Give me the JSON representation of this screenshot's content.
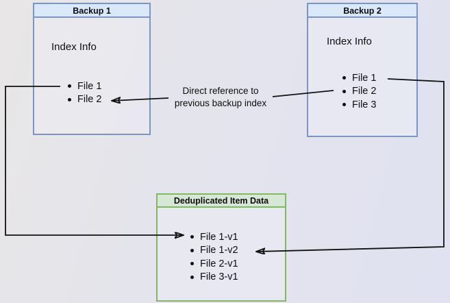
{
  "backup1": {
    "title": "Backup 1",
    "subtitle": "Index Info",
    "items": [
      "File 1",
      "File 2"
    ]
  },
  "backup2": {
    "title": "Backup 2",
    "subtitle": "Index Info",
    "items": [
      "File 1",
      "File 2",
      "File 3"
    ]
  },
  "dedup": {
    "title": "Deduplicated Item Data",
    "items": [
      "File 1-v1",
      "File 1-v2",
      "File 2-v1",
      "File 3-v1"
    ]
  },
  "annotation": {
    "line1": "Direct reference to",
    "line2": "previous backup index"
  },
  "colors": {
    "blue_box_fill": "#dae8fc",
    "blue_box_border": "#7b96c4",
    "green_box_fill": "#d5e8d4",
    "green_box_border": "#85b567",
    "connector": "#111111",
    "text": "#0d0d0d"
  }
}
